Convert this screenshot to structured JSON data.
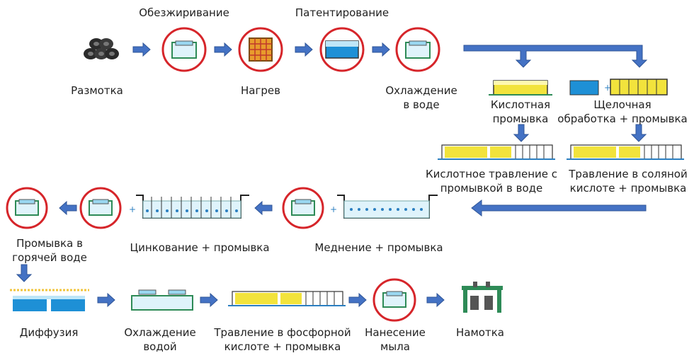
{
  "colors": {
    "arrow": "#4472c4",
    "arrow_stroke": "#2f5597",
    "ring": "#d6252a",
    "tank_line": "#2e8b57",
    "water": "#9ad7f0",
    "deep_water": "#1e90d6",
    "acid": "#f2e33c",
    "bath_dots": "#2b7fc1"
  },
  "labels": {
    "degreasing": "Обезжиривание",
    "patenting": "Патентирование",
    "unwinding": "Размотка",
    "heating": "Нагрев",
    "water_cooling": "Охлаждение\nв воде",
    "acid_rinse": "Кислотная\nпромывка",
    "alkaline": "Щелочная\nобработка + промывка",
    "acid_pickling": "Кислотное травление с\nпромывкой в воде",
    "hcl_pickling": "Травление в соляной\nкислоте + промывка",
    "hot_rinse": "Промывка в\nгорячей воде",
    "zinc": "Цинкование + промывка",
    "copper": "Меднение + промывка",
    "diffusion": "Диффузия",
    "cooling2": "Охлаждение\nводой",
    "phosphoric": "Травление в фосфорной\nкислоте + промывка",
    "soap": "Нанесение\nмыла",
    "winding": "Намотка"
  },
  "plus": "+"
}
